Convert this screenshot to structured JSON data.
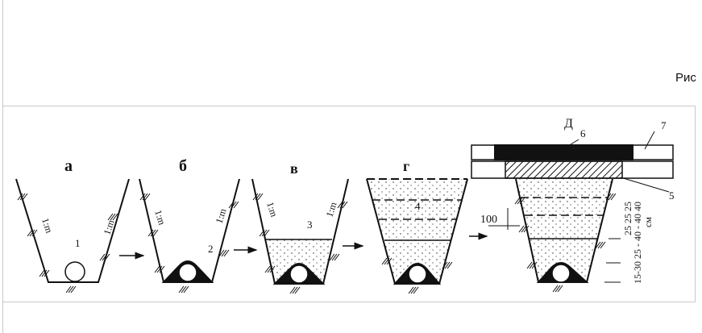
{
  "caption": "Рис",
  "diagram": {
    "stages": {
      "a": "а",
      "b": "б",
      "v": "в",
      "g": "г",
      "d": "Д"
    },
    "slope": "1:m",
    "numbers": {
      "n1": "1",
      "n2": "2",
      "n3": "3",
      "n4": "4",
      "n5": "5",
      "n6": "6",
      "n7": "7"
    },
    "dim_100": "100",
    "dims_inner": "25   25   25",
    "dims_outer": "15-30 25 - 40 - 40  40",
    "unit": "см"
  }
}
